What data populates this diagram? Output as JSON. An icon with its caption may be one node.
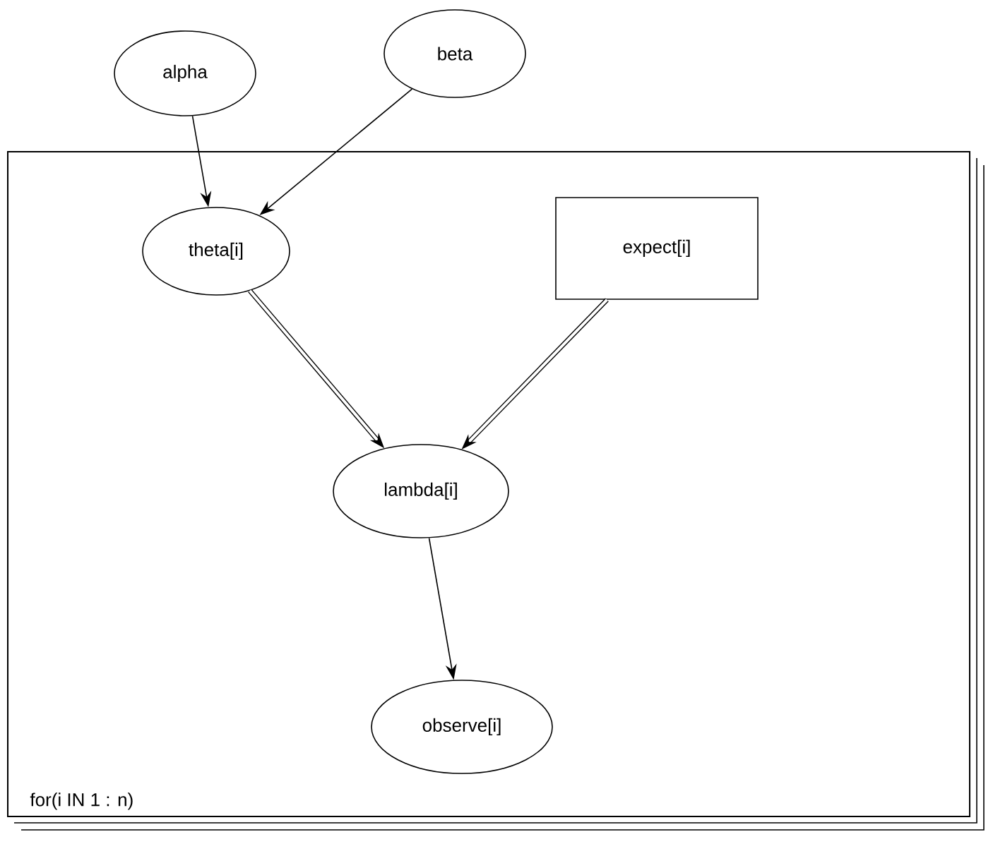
{
  "diagram": {
    "nodes": [
      {
        "text": [
          "for(i IN 1 : n)"
        ]
      },
      {
        "text": [
          "alpha"
        ]
      },
      {
        "text": [
          "beta"
        ]
      },
      {
        "text": [
          "theta[i]"
        ],
        "in": 0
      },
      {
        "text": [
          "expect[i]"
        ],
        "in": 0
      },
      {
        "text": [
          "lambda[i]"
        ],
        "in": 0
      },
      {
        "text": [
          "observe[i]"
        ],
        "in": 0
      }
    ],
    "edges": [
      {
        "from": 1,
        "to": 3,
        "arrow": "to"
      },
      {
        "from": 2,
        "to": 3,
        "arrow": "to"
      },
      {
        "from": 3,
        "to": 5,
        "arrow": "to",
        "style": "thick"
      },
      {
        "from": 4,
        "to": 5,
        "arrow": "to",
        "style": "thick"
      },
      {
        "from": 5,
        "to": 6,
        "arrow": "to"
      }
    ]
  }
}
